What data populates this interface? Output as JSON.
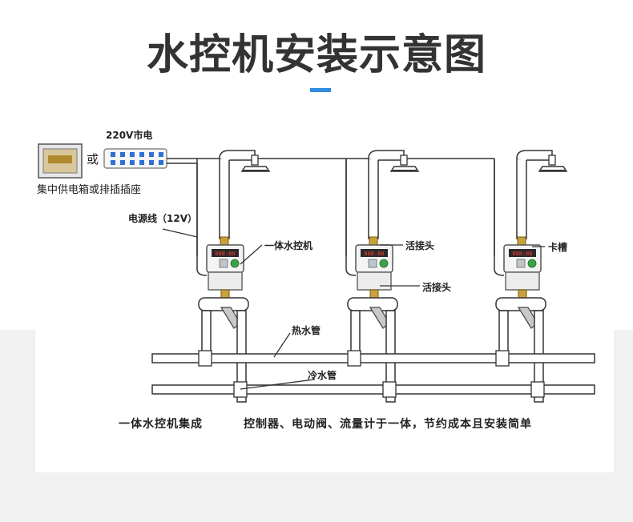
{
  "title": "水控机安装示意图",
  "labels": {
    "mains_power": "220V市电",
    "or": "或",
    "power_box": "集中供电箱或排插插座",
    "power_line": "电源线（12V）",
    "controller": "一体水控机",
    "connector_top": "活接头",
    "connector_bottom": "活接头",
    "card_slot": "卡槽",
    "hot_pipe": "热水管",
    "cold_pipe": "冷水管"
  },
  "caption": {
    "left": "一体水控机集成",
    "right": "控制器、电动阀、流量计于一体，节约成本且安装简单"
  },
  "colors": {
    "accent": "#2f8ce0",
    "title": "#333333",
    "line": "#222222",
    "pipe": "#ffffff"
  },
  "icons": {
    "power_box": "electrical-box-icon",
    "power_strip": "power-strip-icon",
    "shower_head": "shower-head-icon",
    "water_controller": "water-controller-icon",
    "valve": "valve-icon"
  }
}
